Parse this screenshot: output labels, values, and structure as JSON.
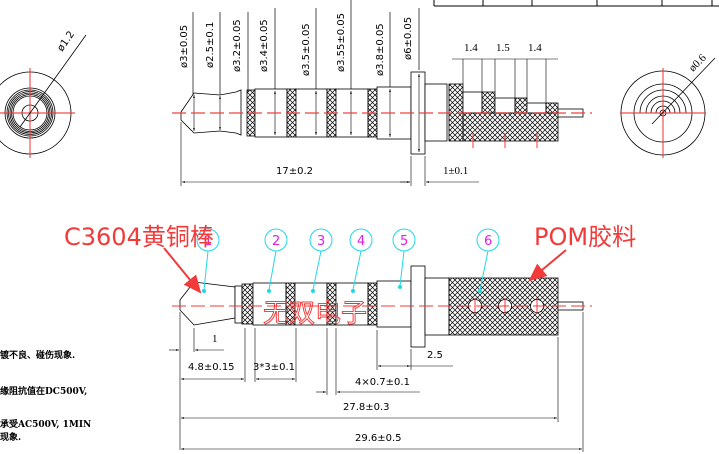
{
  "drawing": {
    "title_block_partial": true,
    "colors": {
      "line": "#000000",
      "centerline": "#f03a3a",
      "balloon": "#22d8e6",
      "balloon_number": "#e21ee8",
      "callout": "#f23a3a"
    },
    "top_view": {
      "diameter_labels": [
        "ø3±0.05",
        "ø2.5±0.1",
        "ø3.2±0.05",
        "ø3.4±0.05",
        "ø3.5±0.05",
        "ø3.55±0.05",
        "ø3.8±0.05",
        "ø6±0.05"
      ],
      "length_label": "17±0.2",
      "flange_label": "1±0.1",
      "pitch_labels": [
        "1.4",
        "1.5",
        "1.4"
      ]
    },
    "end_view_left": {
      "diameter_label": "ø1.2"
    },
    "end_view_right": {
      "diameter_label": "ø0.6"
    },
    "bottom_view": {
      "material_callout_left": "C3604黄铜棒",
      "material_callout_right": "POM胶料",
      "watermark": "无双电子",
      "balloons": [
        "1",
        "2",
        "3",
        "4",
        "5",
        "6"
      ],
      "dims": {
        "tip": "1",
        "tip_len": "4.8±0.15",
        "ring_len": "3*3±0.1",
        "insulator": "4×0.7±0.1",
        "flange": "2.5",
        "body_len": "27.8±0.3",
        "total_len": "29.6±0.5"
      }
    },
    "notes": [
      "镀不良、碰伤现象.",
      "缘阻抗值在DC500V,",
      "承受AC500V, 1MIN",
      "现象."
    ]
  }
}
